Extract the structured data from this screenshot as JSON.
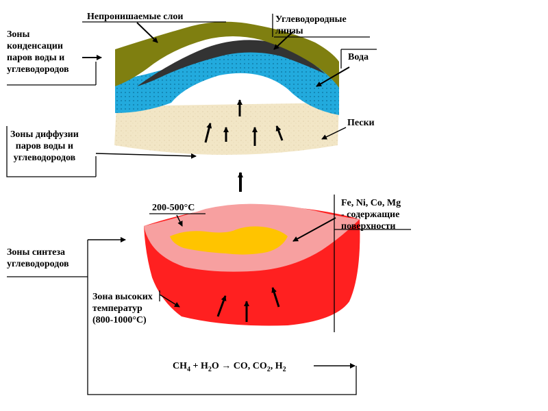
{
  "labels": {
    "impermeable": "Непронишаемые слои",
    "hydrocarbon_lenses": "Углеводородные\nлинзы",
    "water": "Вода",
    "sands": "Пески",
    "condensation": "Зоны\nконденсации\nпаров воды и\nуглеводородов",
    "diffusion": "Зоны диффузии\nпаров воды и\nуглеводородов",
    "temp_range": "200-500°С",
    "surfaces": "Fe, Ni, Co, Mg\n- содержащие\nповерхности",
    "synthesis": "Зоны синтеза\nуглеводородов",
    "high_temp": "Зона высоких\nтемператур\n(800-1000°С)"
  },
  "formula": {
    "ch": "CH",
    "ch_sub": "4",
    "plus": "+",
    "h2o_h": "H",
    "h2o_sub": "2",
    "h2o_o": "O",
    "arrow": "→",
    "co": "CO, CO",
    "co2_sub": "2",
    "h2": ", H",
    "h2_sub": "2"
  },
  "colors": {
    "impermeable": "#7f7f10",
    "hydrocarbon": "#333333",
    "water": "#22aadd",
    "sand": "#f2e6c6",
    "high_temp": "#ff2020",
    "mid_temp": "#f7a0a0",
    "surface": "#ffc400"
  }
}
